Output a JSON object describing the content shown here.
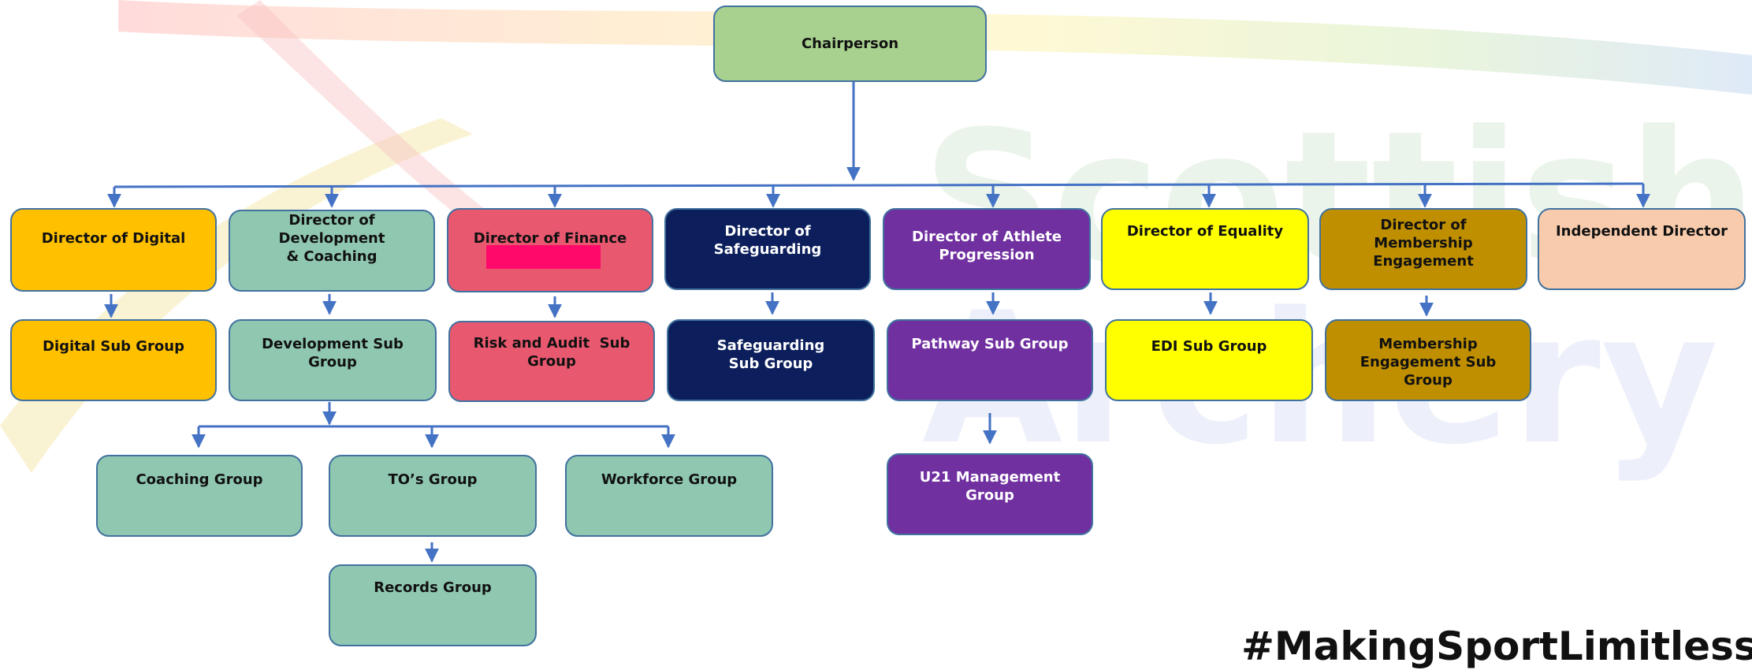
{
  "colors": {
    "connector": "#4472c4",
    "border": "#41729f",
    "chair": "#a8d08e",
    "digital": "#ffc000",
    "development": "#8fc7b1",
    "finance": "#e8586f",
    "safeguarding": "#0c1f5c",
    "athlete": "#7030a0",
    "equality": "#ffff00",
    "membership": "#bf8f00",
    "independent": "#f8cbad",
    "redaction": "#ff0a6a"
  },
  "background": {
    "watermark_word_1": "Scottish",
    "watermark_word_2": "Archery"
  },
  "chart": {
    "chair": "Chairperson",
    "directors": [
      "Director of Digital",
      "Director of Development & Coaching",
      "Director of Finance",
      "Director of Safeguarding",
      "Director of Athlete Progression",
      "Director of Equality",
      "Director of Membership Engagement",
      "Independent Director"
    ],
    "subgroups": [
      "Digital Sub Group",
      "Development Sub Group",
      "Risk and Audit  Sub Group",
      "Safeguarding Sub Group",
      "Pathway Sub Group",
      "EDI Sub Group",
      "Membership Engagement Sub Group"
    ],
    "dev_groups": [
      "Coaching Group",
      "TO’s Group",
      "Workforce Group"
    ],
    "records": "Records Group",
    "u21": "U21 Management Group"
  },
  "footer": {
    "hashtag": "#MakingSportLimitless"
  }
}
